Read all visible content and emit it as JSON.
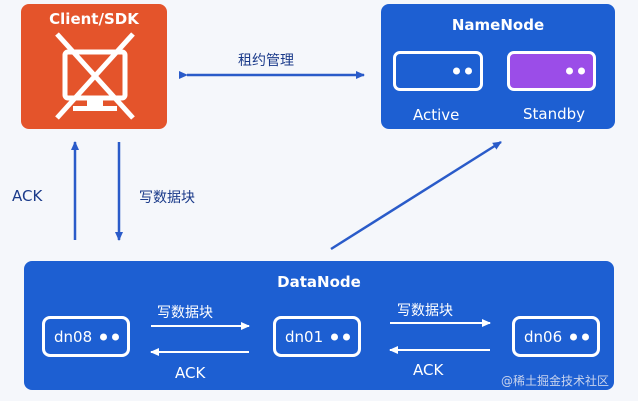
{
  "client": {
    "title": "Client/SDK",
    "icon": "monitor-crossed-icon"
  },
  "namenode": {
    "title": "NameNode",
    "active_label": "Active",
    "standby_label": "Standby"
  },
  "edges": {
    "lease": "租约管理",
    "ack_up": "ACK",
    "write_down": "写数据块",
    "dn_write_1": "写数据块",
    "dn_ack_1": "ACK",
    "dn_write_2": "写数据块",
    "dn_ack_2": "ACK"
  },
  "datanode": {
    "title": "DataNode",
    "nodes": [
      {
        "name": "dn08"
      },
      {
        "name": "dn01"
      },
      {
        "name": "dn06"
      }
    ]
  },
  "watermark": "@稀土掘金技术社区",
  "colors": {
    "client": "#e4542b",
    "node_blue": "#1d5fd2",
    "standby": "#9b4de8",
    "arrow": "#2a5bc9"
  }
}
